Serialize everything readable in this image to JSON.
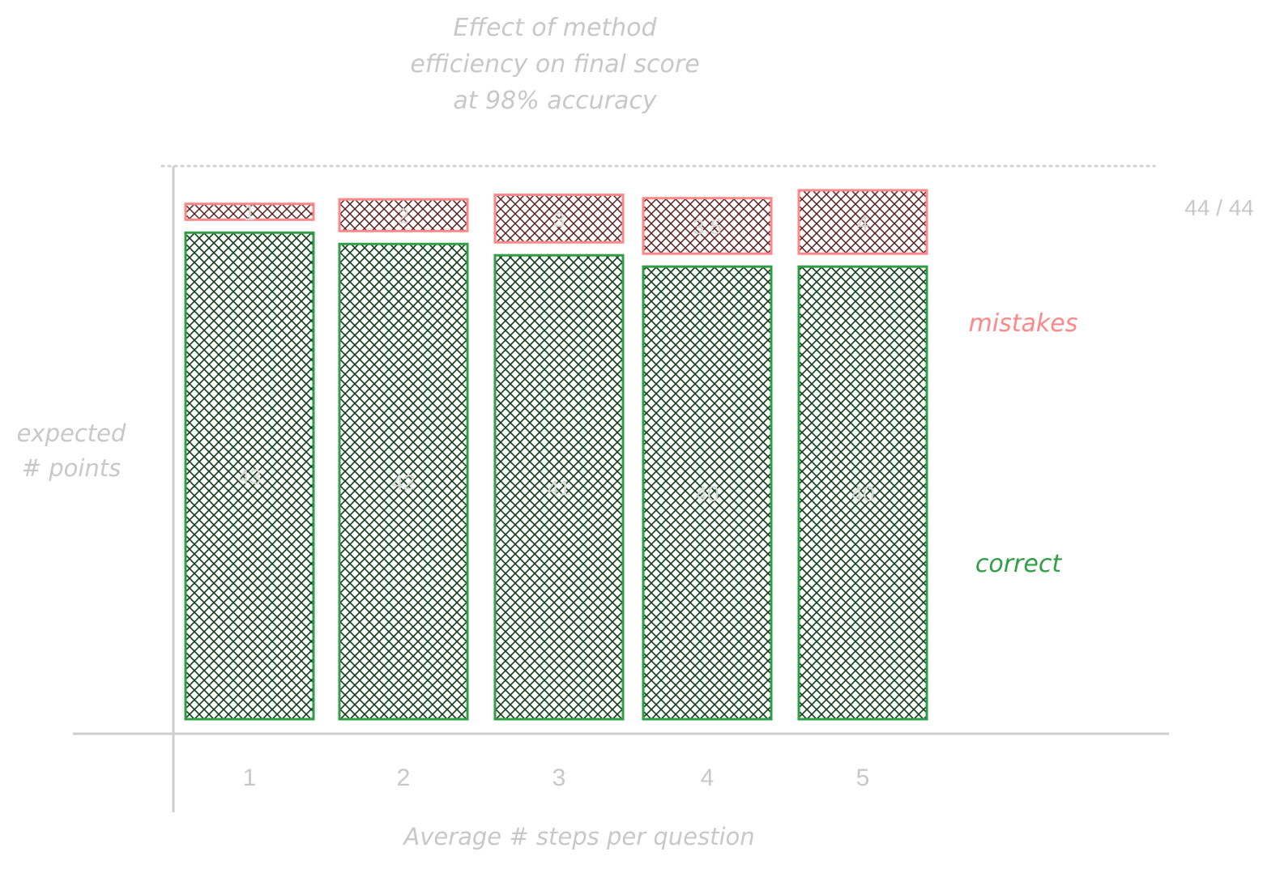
{
  "chart_data": {
    "type": "bar",
    "stacked": true,
    "title_lines": [
      "Effect of method",
      "efficiency on final score",
      "at 98% accuracy"
    ],
    "xlabel": "Average # steps per question",
    "ylabel_lines": [
      "expected",
      "# points"
    ],
    "categories": [
      "1",
      "2",
      "3",
      "4",
      "5"
    ],
    "series": [
      {
        "name": "correct",
        "values": [
          43,
          42,
          41,
          40,
          40
        ],
        "labels": [
          "43",
          "42",
          "41",
          "40",
          "40"
        ]
      },
      {
        "name": "mistakes",
        "values": [
          1,
          2,
          3,
          3.5,
          4
        ],
        "labels": [
          "1",
          "2",
          "3",
          "3.5",
          "4"
        ]
      }
    ],
    "reference_line": {
      "value": 44,
      "label": "44 / 44"
    },
    "ylim": [
      0,
      46
    ],
    "grid": false,
    "legend_placement": "right",
    "colors": {
      "correct_stroke": "#2f9e44",
      "correct_fill": "#0f3d17",
      "mistakes_stroke": "#ff8787",
      "mistakes_fill": "#5c1f1f",
      "muted_text": "#c8c8c8",
      "axis": "#cfcfcf"
    }
  }
}
